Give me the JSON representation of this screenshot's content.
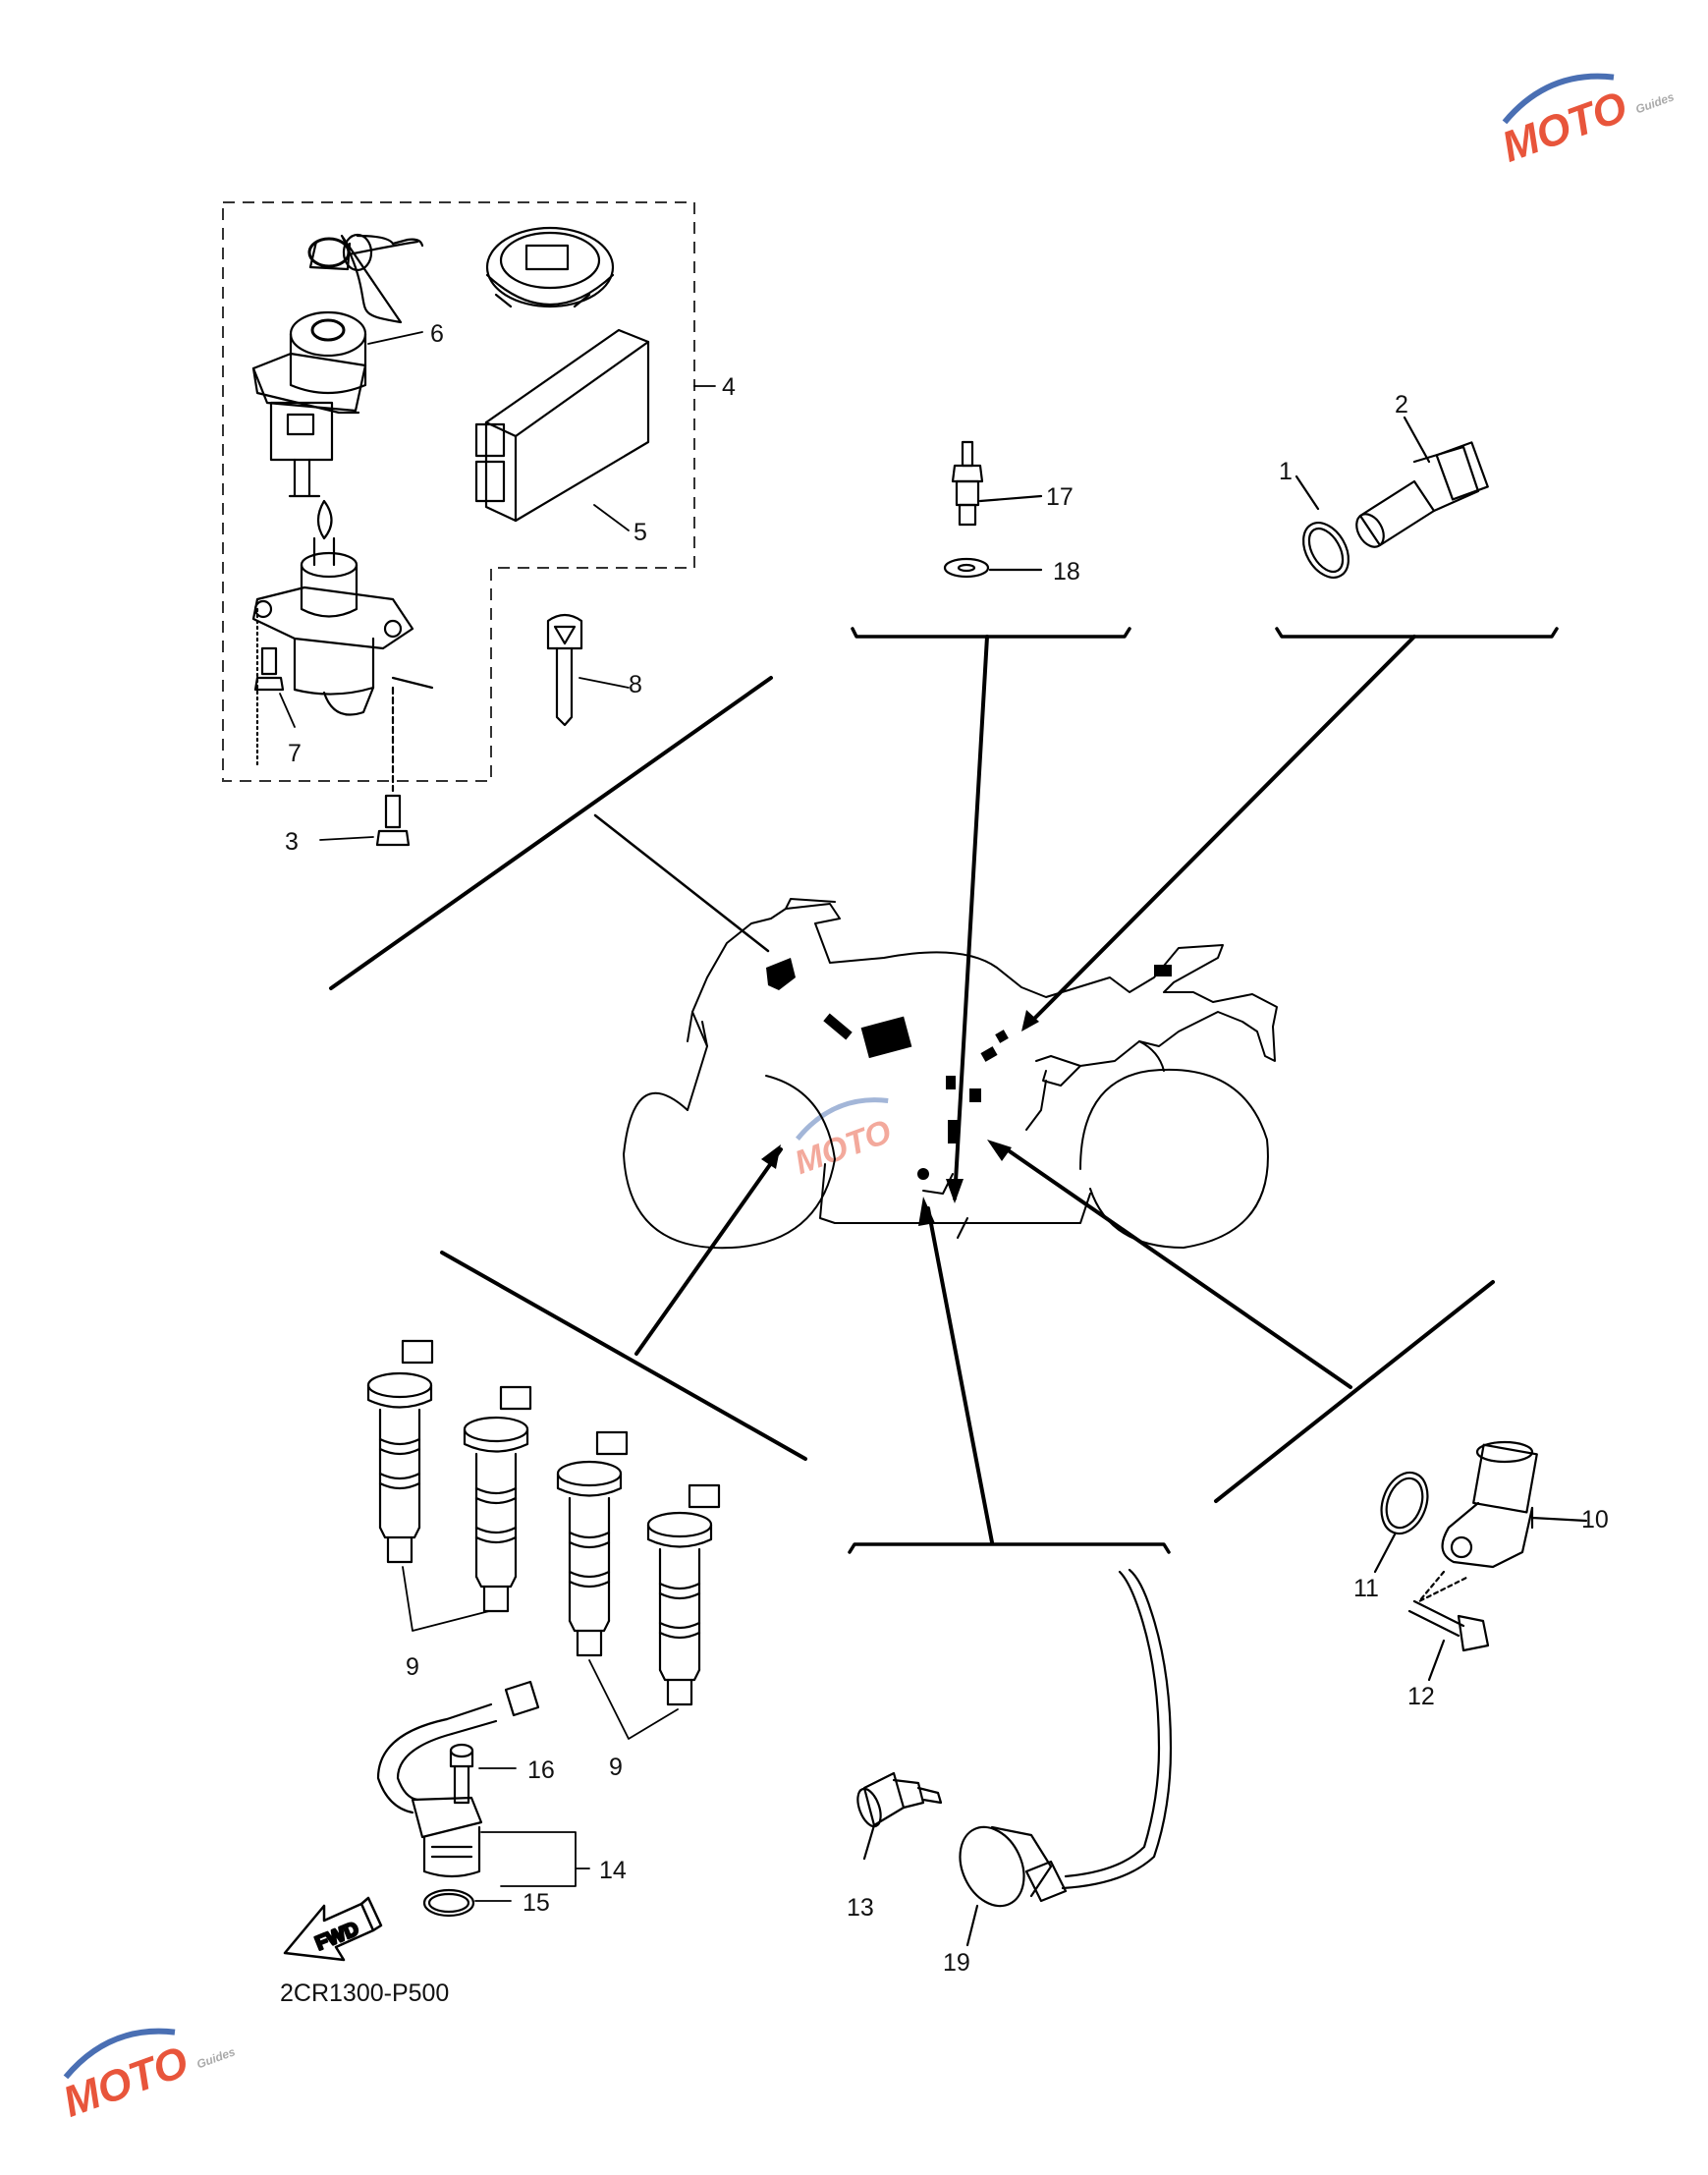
{
  "diagram_code": "2CR1300-P500",
  "fwd_label": "FWD",
  "watermark": {
    "brand": "MOTO",
    "sub": "Guides",
    "accent": "#e8553b",
    "accent2": "#4a6fb3"
  },
  "callouts": {
    "c1": "1",
    "c2": "2",
    "c3": "3",
    "c4": "4",
    "c5": "5",
    "c6": "6",
    "c7": "7",
    "c8": "8",
    "c9a": "9",
    "c9b": "9",
    "c10": "10",
    "c11": "11",
    "c12": "12",
    "c13": "13",
    "c14": "14",
    "c15": "15",
    "c16": "16",
    "c17": "17",
    "c18": "18",
    "c19": "19"
  }
}
